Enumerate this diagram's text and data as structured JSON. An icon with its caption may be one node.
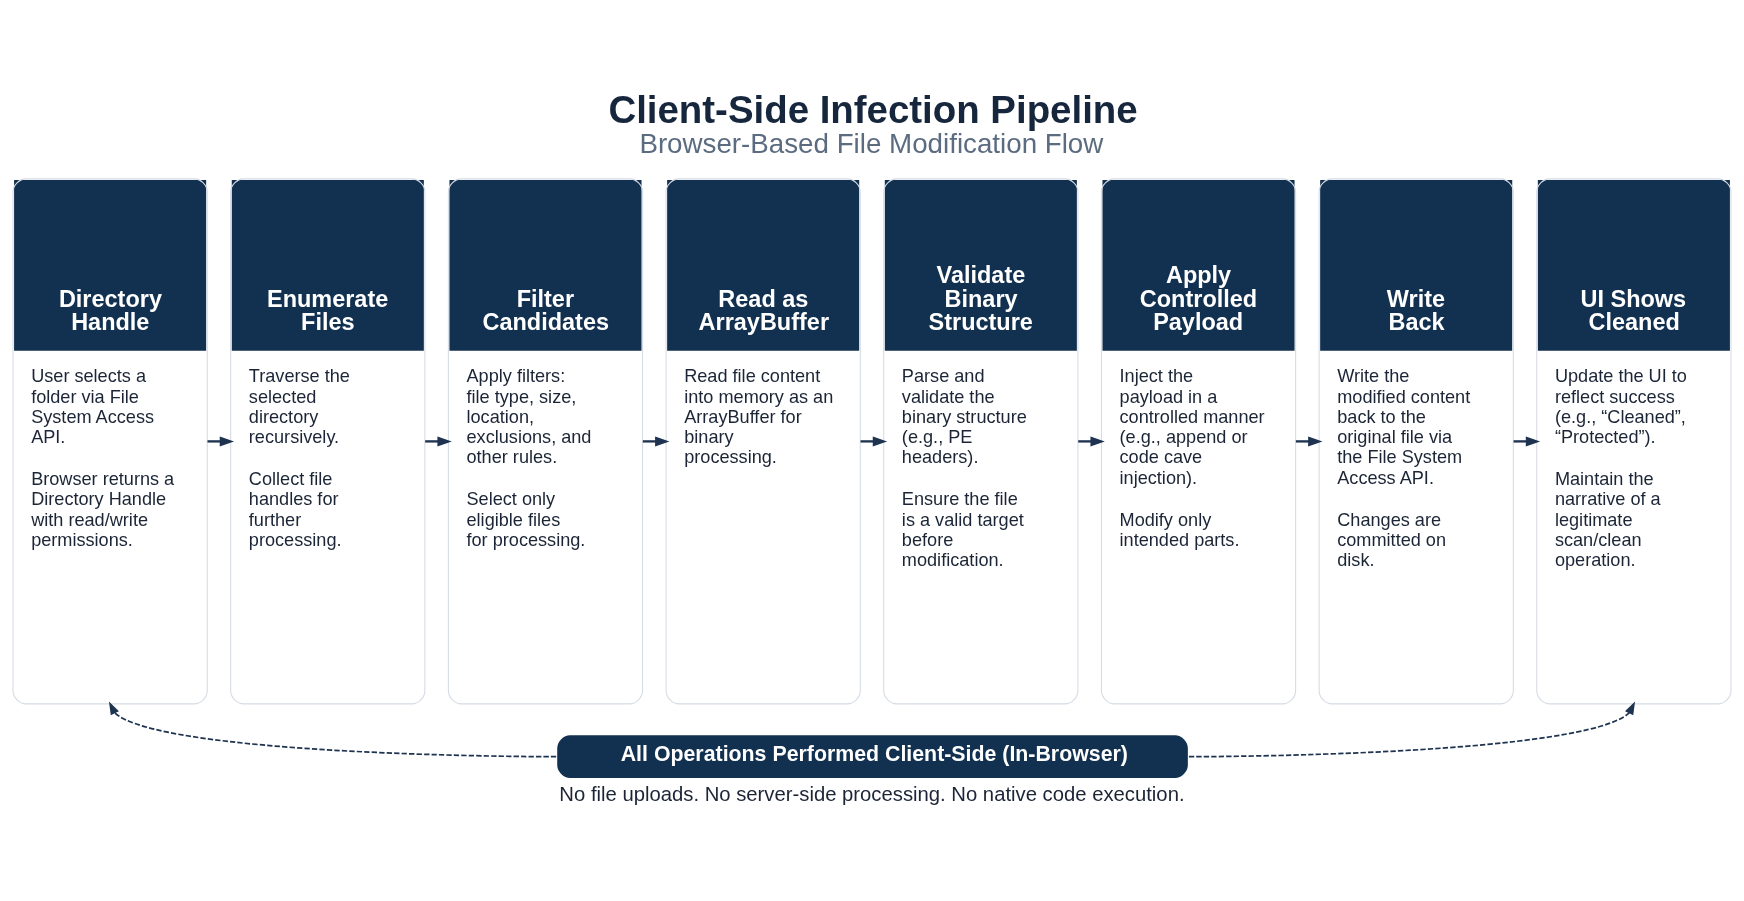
{
  "diagram": {
    "title": "Client-Side Infection Pipeline",
    "caption": "Browser-Based File Modification Flow",
    "nodes": [
      {
        "text": [
          "Directory Handle",
          "User selects a folder via File System Access API.",
          "Browser returns a Directory Handle with read/write permissions."
        ]
      },
      {
        "text": [
          "Enumerate Files",
          "Traverse the selected directory recursively.",
          "Collect file handles for further processing."
        ]
      },
      {
        "text": [
          "Filter Candidates",
          "Apply filters: file type, size, location, exclusions, and other rules.",
          "Select only eligible files for processing."
        ]
      },
      {
        "text": [
          "Read as ArrayBuffer",
          "Read file content into memory as an ArrayBuffer for binary processing."
        ]
      },
      {
        "text": [
          "Validate Binary Structure",
          "Parse and validate the binary structure (e.g., PE headers).",
          "Ensure the file is a valid target before modification."
        ]
      },
      {
        "text": [
          "Apply Controlled Payload",
          "Inject the payload in a controlled manner (e.g., append or code cave injection).",
          "Modify only intended parts."
        ]
      },
      {
        "text": [
          "Write Back",
          "Write the modified content back to the original file via the File System Access API.",
          "Changes are committed on disk."
        ]
      },
      {
        "text": [
          "UI Shows Cleaned",
          "Update the UI to reflect success (e.g., “Cleaned”, “Protected”).",
          "Maintain the narrative of a legitimate scan/clean operation."
        ]
      },
      {
        "text": [
          "All Operations Performed Client-Side (In-Browser)"
        ],
        "beside": [
          "No file uploads. No server-side processing. No native code execution."
        ]
      }
    ],
    "edges": [
      {
        "from": 0,
        "to": 1,
        "arrow": "to"
      },
      {
        "from": 1,
        "to": 2,
        "arrow": "to"
      },
      {
        "from": 2,
        "to": 3,
        "arrow": "to"
      },
      {
        "from": 3,
        "to": 4,
        "arrow": "to"
      },
      {
        "from": 4,
        "to": 5,
        "arrow": "to"
      },
      {
        "from": 5,
        "to": 6,
        "arrow": "to"
      },
      {
        "from": 6,
        "to": 7,
        "arrow": "to"
      },
      {
        "from": 8,
        "to": 0,
        "arrow": "to",
        "style": "dashed"
      },
      {
        "from": 8,
        "to": 7,
        "arrow": "to",
        "style": "dashed"
      }
    ]
  }
}
